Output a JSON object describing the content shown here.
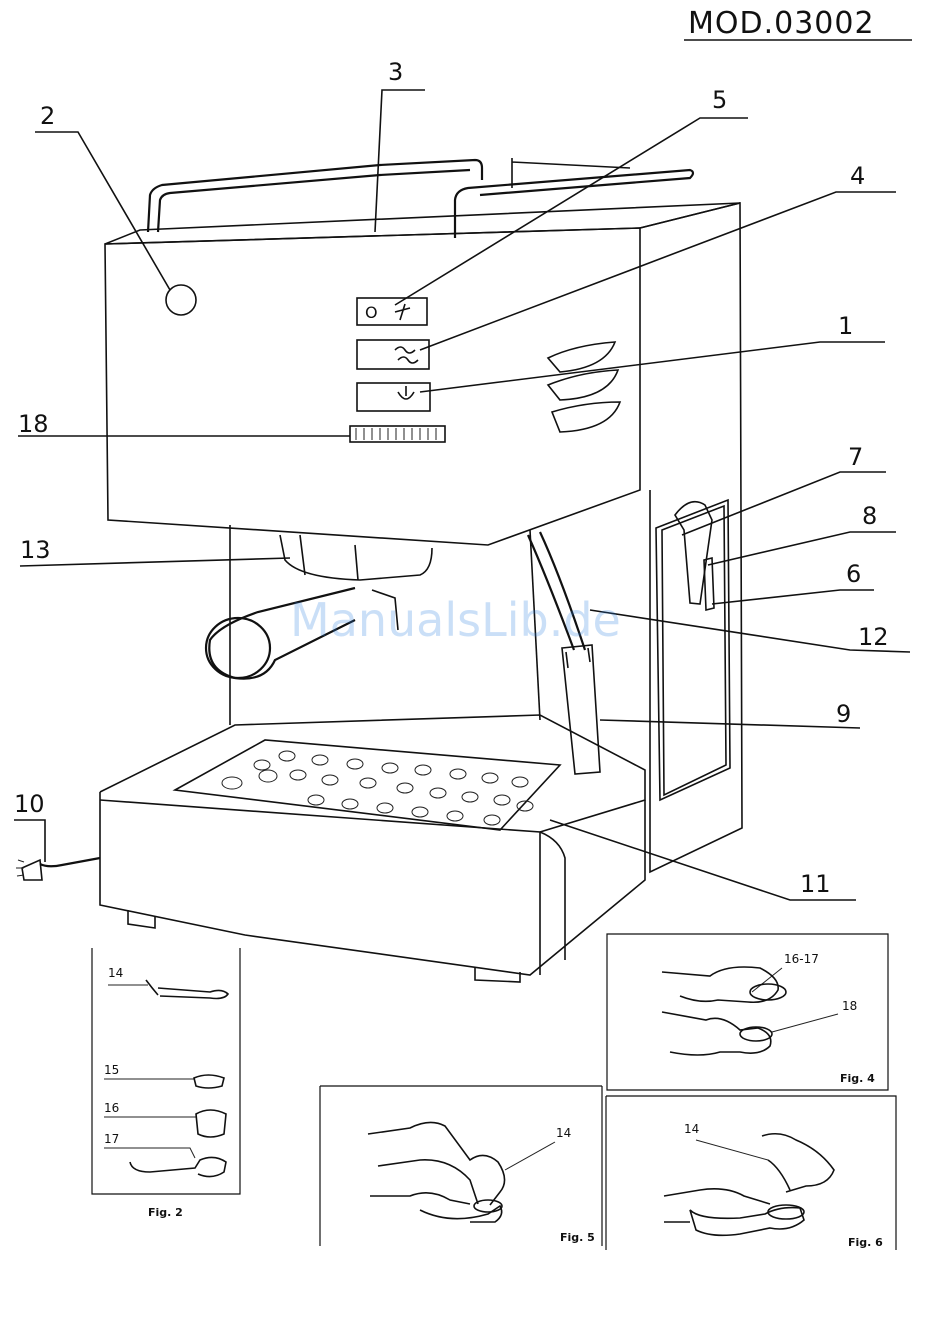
{
  "title": "MOD.03002",
  "watermark": "ManualsLib.de",
  "callouts": {
    "c1": "1",
    "c2": "2",
    "c3": "3",
    "c4": "4",
    "c5": "5",
    "c6": "6",
    "c7": "7",
    "c8": "8",
    "c9": "9",
    "c10": "10",
    "c11": "11",
    "c12": "12",
    "c13": "13",
    "c18": "18"
  },
  "fig2": {
    "label": "Fig. 2",
    "items": [
      "14",
      "15",
      "16",
      "17"
    ]
  },
  "fig4": {
    "label": "Fig. 4",
    "items": [
      "16-17",
      "18"
    ]
  },
  "fig5": {
    "label": "Fig. 5",
    "items": [
      "14"
    ]
  },
  "fig6": {
    "label": "Fig. 6",
    "items": [
      "14"
    ]
  }
}
